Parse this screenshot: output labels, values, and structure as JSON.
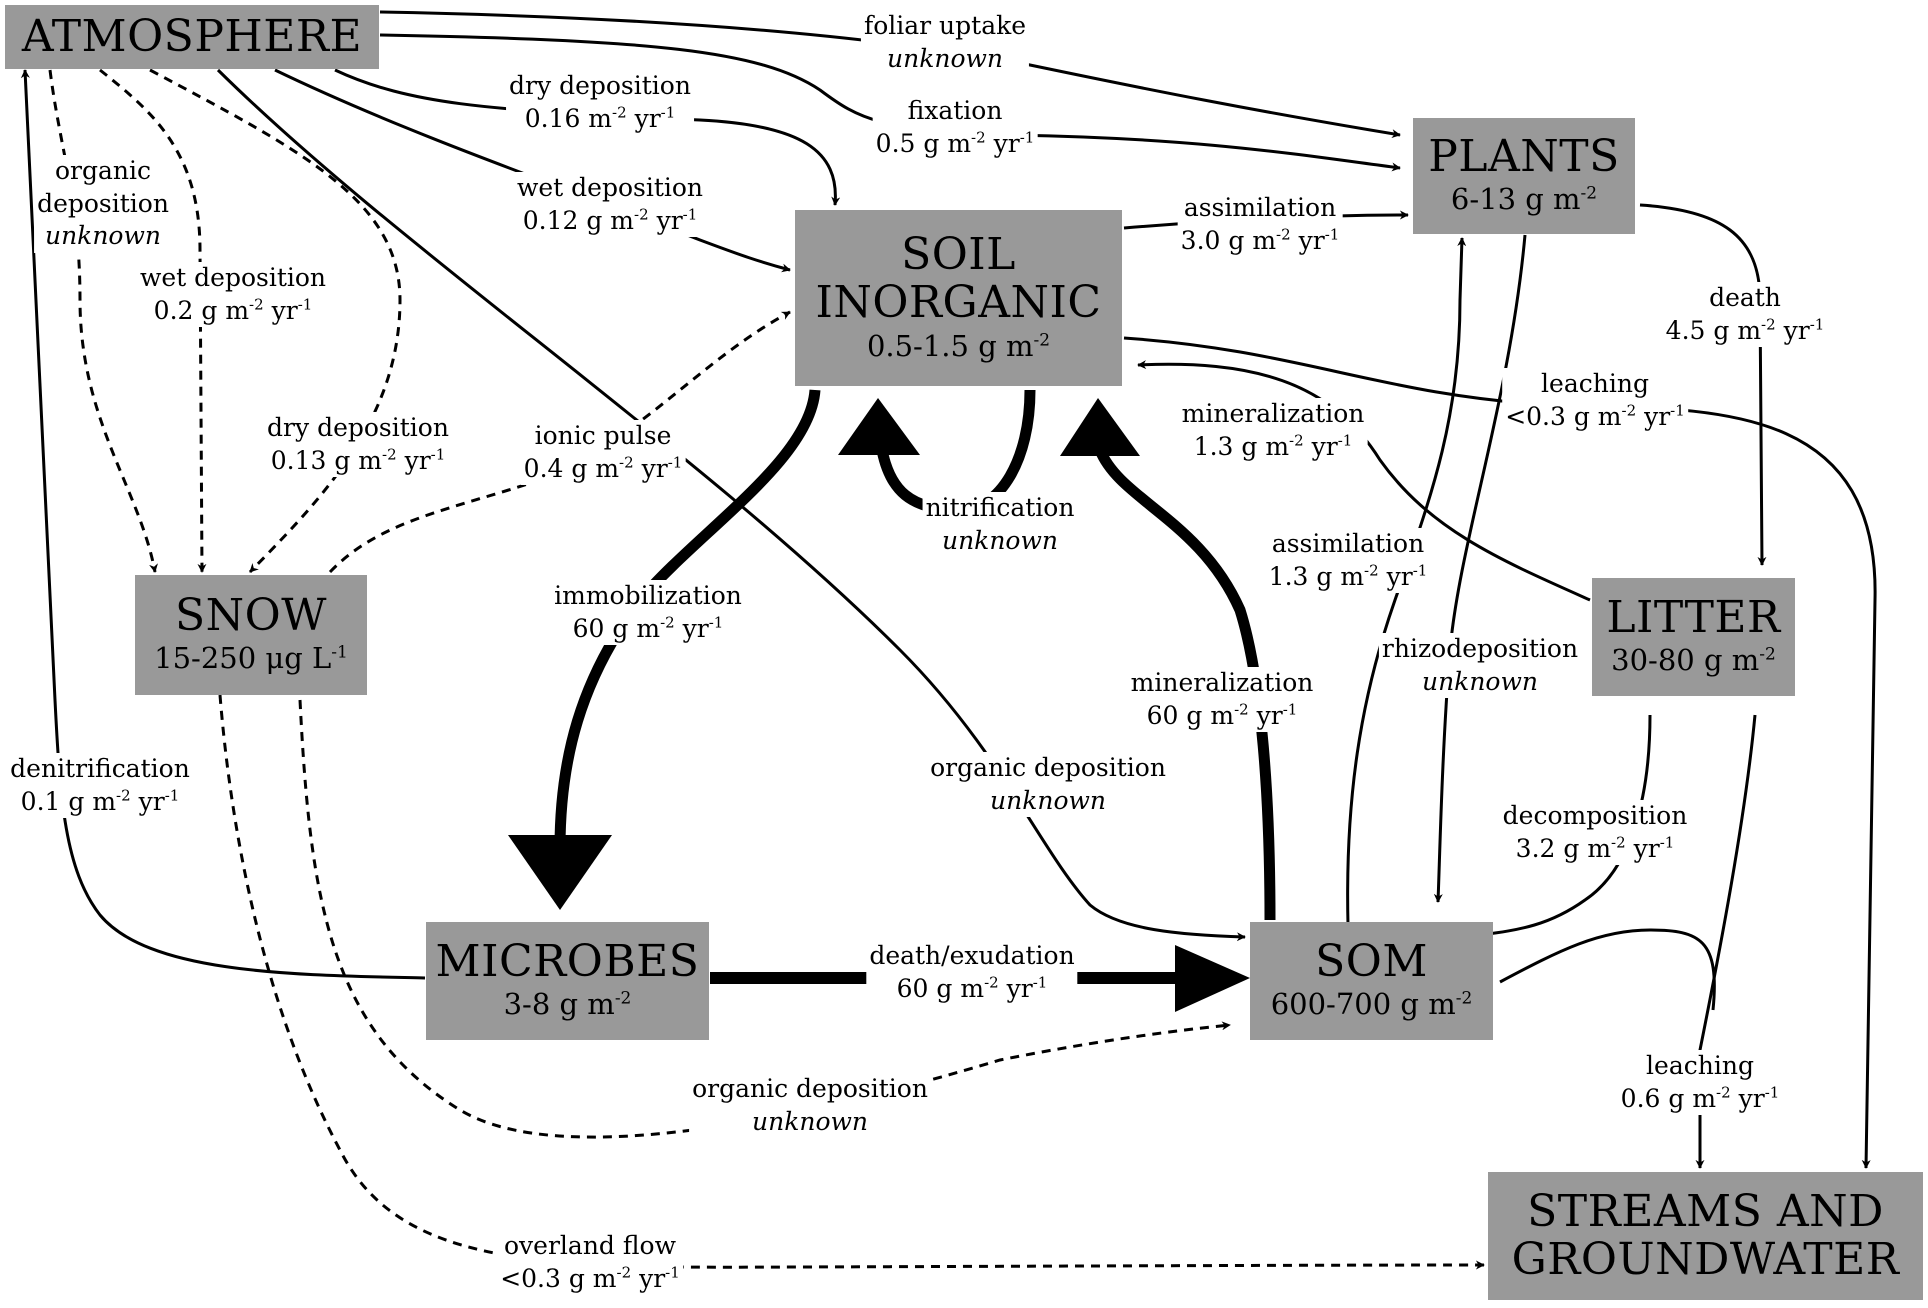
{
  "diagram": {
    "nodes": {
      "atmosphere": {
        "name": "ATMOSPHERE"
      },
      "plants": {
        "name": "PLANTS",
        "amount_text": "6-13 g m",
        "amount_exp": "-2"
      },
      "soil_inorganic": {
        "name_line1": "SOIL",
        "name_line2": "INORGANIC",
        "amount_text": "0.5-1.5 g m",
        "amount_exp": "-2"
      },
      "snow": {
        "name": "SNOW",
        "amount_text": "15-250 μg L",
        "amount_exp": "-1"
      },
      "litter": {
        "name": "LITTER",
        "amount_text": "30-80 g m",
        "amount_exp": "-2"
      },
      "microbes": {
        "name": "MICROBES",
        "amount_text": "3-8 g m",
        "amount_exp": "-2"
      },
      "som": {
        "name": "SOM",
        "amount_text": "600-700 g m",
        "amount_exp": "-2"
      },
      "streams": {
        "name_line1": "STREAMS AND",
        "name_line2": "GROUNDWATER"
      }
    },
    "fluxes": {
      "foliar_uptake": {
        "name": "foliar uptake",
        "value": "unknown"
      },
      "fixation": {
        "name": "fixation",
        "v1": "0.5 g m",
        "e1": "-2",
        "v2": " yr",
        "e2": "-1"
      },
      "dry_dep_soil": {
        "name": "dry deposition",
        "v1": "0.16 m",
        "e1": "-2",
        "v2": " yr",
        "e2": "-1"
      },
      "wet_dep_soil": {
        "name": "wet deposition",
        "v1": "0.12 g m",
        "e1": "-2",
        "v2": " yr",
        "e2": "-1"
      },
      "organic_dep_snow": {
        "name_line1": "organic",
        "name_line2": "deposition",
        "value": "unknown"
      },
      "wet_dep_snow": {
        "name": "wet deposition",
        "v1": "0.2 g m",
        "e1": "-2",
        "v2": " yr",
        "e2": "-1"
      },
      "dry_dep_snow": {
        "name": "dry deposition",
        "v1": "0.13 g m",
        "e1": "-2",
        "v2": " yr",
        "e2": "-1"
      },
      "ionic_pulse": {
        "name": "ionic pulse",
        "v1": "0.4 g m",
        "e1": "-2",
        "v2": " yr",
        "e2": "-1"
      },
      "assimilation_soil": {
        "name": "assimilation",
        "v1": "3.0 g m",
        "e1": "-2",
        "v2": " yr",
        "e2": "-1"
      },
      "death_plants": {
        "name": "death",
        "v1": "4.5 g m",
        "e1": "-2",
        "v2": " yr",
        "e2": "-1"
      },
      "leaching_soil": {
        "name": "leaching",
        "v1": "<0.3 g m",
        "e1": "-2",
        "v2": " yr",
        "e2": "-1"
      },
      "mineralization_litter": {
        "name": "mineralization",
        "v1": "1.3 g m",
        "e1": "-2",
        "v2": " yr",
        "e2": "-1"
      },
      "nitrification": {
        "name": "nitrification",
        "value": "unknown"
      },
      "immobilization": {
        "name": "immobilization",
        "v1": "60 g m",
        "e1": "-2",
        "v2": " yr",
        "e2": "-1"
      },
      "assimilation_som": {
        "name": "assimilation",
        "v1": "1.3 g m",
        "e1": "-2",
        "v2": " yr",
        "e2": "-1"
      },
      "rhizodeposition": {
        "name": "rhizodeposition",
        "value": "unknown"
      },
      "mineralization_som": {
        "name": "mineralization",
        "v1": "60 g m",
        "e1": "-2",
        "v2": " yr",
        "e2": "-1"
      },
      "denitrification": {
        "name": "denitrification",
        "v1": "0.1 g m",
        "e1": "-2",
        "v2": " yr",
        "e2": "-1"
      },
      "organic_dep_som": {
        "name": "organic deposition",
        "value": "unknown"
      },
      "decomposition": {
        "name": "decomposition",
        "v1": "3.2 g m",
        "e1": "-2",
        "v2": " yr",
        "e2": "-1"
      },
      "death_exudation": {
        "name": "death/exudation",
        "v1": "60 g m",
        "e1": "-2",
        "v2": " yr",
        "e2": "-1"
      },
      "organic_dep_snow_som": {
        "name": "organic deposition",
        "value": "unknown"
      },
      "leaching_litter": {
        "name": "leaching",
        "v1": "0.6 g m",
        "e1": "-2",
        "v2": " yr",
        "e2": "-1"
      },
      "overland_flow": {
        "name": "overland flow",
        "v1": "<0.3 g m",
        "e1": "-2",
        "v2": " yr",
        "e2": "-1"
      }
    },
    "colors": {
      "box_fill": "#999999",
      "line": "#000000",
      "background": "#ffffff"
    }
  }
}
